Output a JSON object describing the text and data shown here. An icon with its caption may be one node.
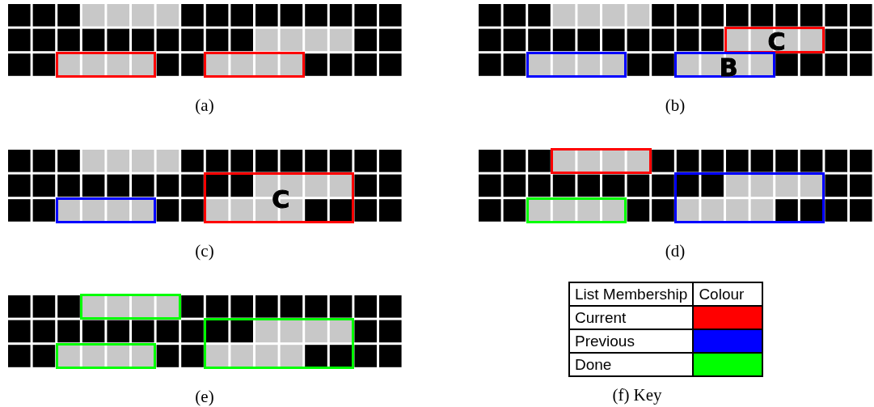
{
  "diagram": {
    "nodes": [
      {
        "text": [],
        "shape": "box"
      },
      {
        "text": [],
        "shape": "box"
      },
      {
        "text": [
          "C"
        ]
      },
      {
        "text": [],
        "shape": "box"
      },
      {
        "text": [
          "B"
        ]
      },
      {
        "text": [
          "C"
        ]
      },
      {
        "text": [],
        "shape": "box"
      },
      {
        "text": [],
        "shape": "box"
      },
      {
        "text": [],
        "shape": "box"
      },
      {
        "text": [],
        "shape": "box"
      },
      {
        "text": [],
        "shape": "box"
      },
      {
        "text": [],
        "shape": "box"
      },
      {
        "text": [],
        "shape": "box"
      }
    ],
    "labels": [
      "(a)",
      "(b)",
      "(c)",
      "(d)",
      "(e)",
      "List Membership",
      "Colour",
      "(f) Key"
    ],
    "legend": [
      {
        "text": "Current",
        "color": "#ff0000"
      },
      {
        "text": "Previous",
        "color": "#0000ff"
      },
      {
        "text": "Done",
        "color": "#00ff00"
      }
    ]
  }
}
